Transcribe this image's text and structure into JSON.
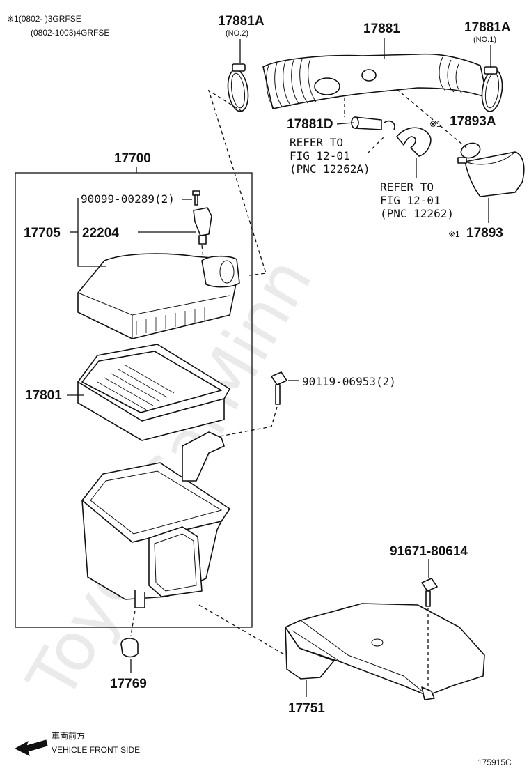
{
  "notes": {
    "line1": "※1(0802-      )3GRFSE",
    "line2": "(0802-1003)4GRFSE"
  },
  "labels": {
    "p17881A_no2": "17881A",
    "p17881A_no2_sub": "(NO.2)",
    "p17881": "17881",
    "p17881A_no1": "17881A",
    "p17881A_no1_sub": "(NO.1)",
    "p17881D": "17881D",
    "p17893A": "17893A",
    "p17893A_mark": "※1",
    "p17893": "17893",
    "p17893_mark": "※1",
    "p17700": "17700",
    "p90099": "90099-00289(2)",
    "p17705": "17705",
    "p22204": "22204",
    "p17801": "17801",
    "p90119": "90119-06953(2)",
    "p91671": "91671-80614",
    "p17769": "17769",
    "p17751": "17751"
  },
  "refs": {
    "ref1_line1": "REFER TO",
    "ref1_line2": "FIG 12-01",
    "ref1_line3": "(PNC 12262A)",
    "ref2_line1": "REFER TO",
    "ref2_line2": "FIG 12-01",
    "ref2_line3": "(PNC 12262)"
  },
  "footer": {
    "front_jp": "車両前方",
    "front_en": "VEHICLE FRONT SIDE",
    "figure_id": "175915C"
  },
  "watermark": "ToyotaCarMinn",
  "icons": {
    "front_arrow": "arrow-left-icon"
  }
}
